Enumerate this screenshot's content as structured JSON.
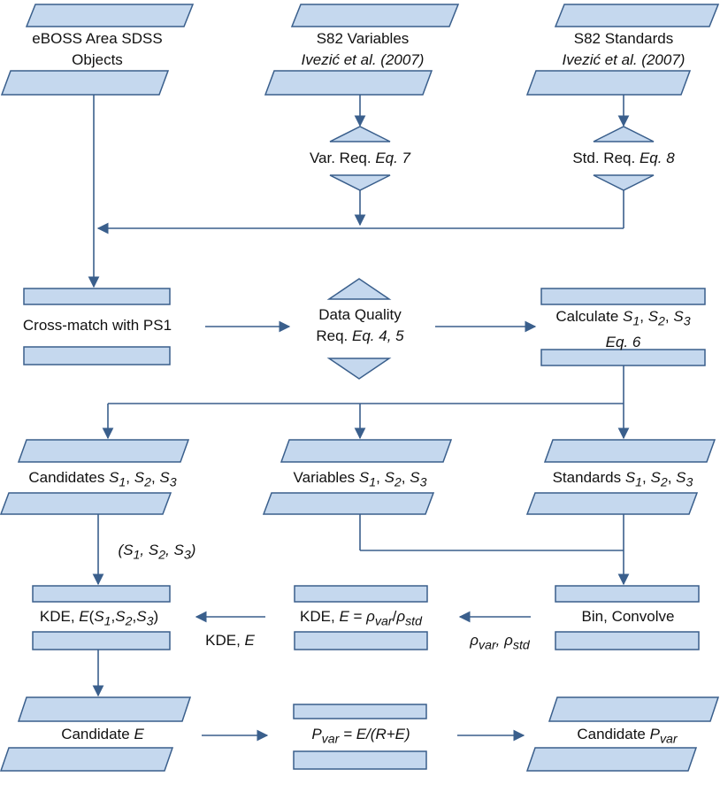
{
  "colors": {
    "shape_fill": "#c5d8ee",
    "stroke": "#3a5f8c",
    "text": "#111111"
  },
  "nodes": {
    "eboss": {
      "line1": "eBOSS Area SDSS",
      "line2": "Objects"
    },
    "s82var": {
      "line1": "S82 Variables",
      "line2": "Ivezić et al. (2007)"
    },
    "s82std": {
      "line1": "S82 Standards",
      "line2": "Ivezić et al. (2007)"
    },
    "varreq": {
      "text": "Var. Req. ",
      "eq": "Eq. 7"
    },
    "stdreq": {
      "text": "Std. Req. ",
      "eq": "Eq. 8"
    },
    "crossmatch": {
      "text": "Cross-match with PS1"
    },
    "dataquality": {
      "line1": "Data Quality",
      "line2_text": "Req. ",
      "line2_eq": "Eq. 4, 5"
    },
    "calculate": {
      "text": "Calculate ",
      "eq": "Eq. 6"
    },
    "candidates": {
      "text": "Candidates "
    },
    "variables": {
      "text": "Variables "
    },
    "standards": {
      "text": "Standards "
    },
    "kde_left": {
      "text": "KDE, "
    },
    "kde_mid": {
      "text": "KDE, "
    },
    "bin": {
      "text": "Bin, Convolve"
    },
    "cand_e": {
      "text": "Candidate "
    },
    "pvar": {
      "text": " = E/(R+E)"
    },
    "cand_pvar": {
      "text": "Candidate "
    }
  },
  "edge_labels": {
    "s_triplet": "(S1, S2, S3)",
    "kde_e": "KDE, ",
    "rho": "ρvar, ρstd"
  }
}
